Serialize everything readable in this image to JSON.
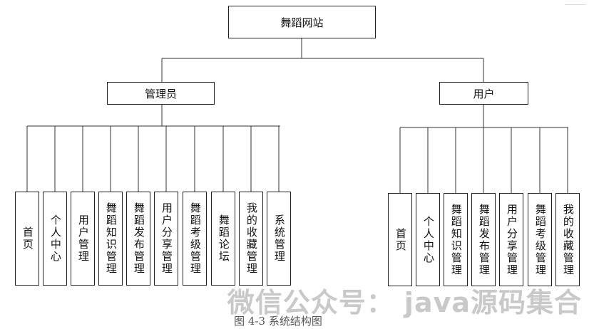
{
  "root": {
    "label": "舞蹈网站"
  },
  "admin": {
    "label": "管理员",
    "modules": [
      "首页",
      "个人中心",
      "用户管理",
      "舞蹈知识管理",
      "舞蹈发布管理",
      "用户分享管理",
      "舞蹈考级管理",
      "舞蹈论坛",
      "我的收藏管理",
      "系统管理"
    ]
  },
  "user": {
    "label": "用户",
    "modules": [
      "首页",
      "个人中心",
      "舞蹈知识管理",
      "舞蹈发布管理",
      "用户分享管理",
      "舞蹈考级管理",
      "我的收藏管理"
    ]
  },
  "caption": "图 4-3 系统结构图",
  "watermark": "微信公众号： java源码集合"
}
